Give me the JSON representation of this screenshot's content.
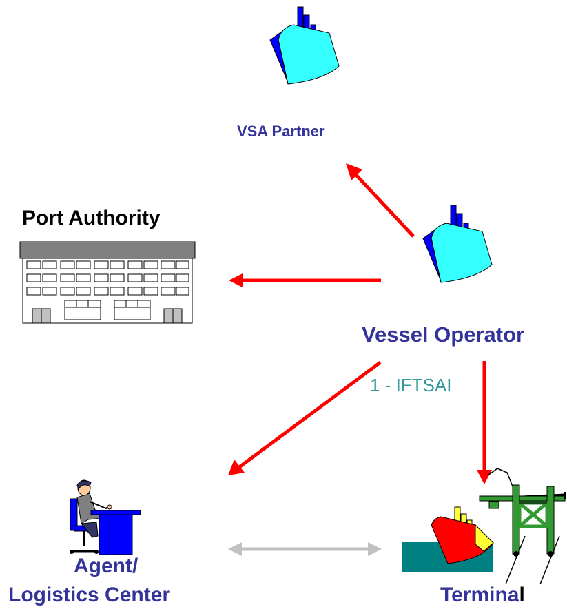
{
  "nodes": {
    "vsa_partner": {
      "label": "VSA Partner"
    },
    "port_authority": {
      "label": "Port Authority"
    },
    "vessel_operator": {
      "label": "Vessel Operator"
    },
    "agent": {
      "label_line1": "Agent/",
      "label_line2": "Logistics Center"
    },
    "terminal": {
      "label_main": "Termina",
      "label_last": "l"
    }
  },
  "messages": {
    "iftsai": "1 - IFTSAI"
  },
  "colors": {
    "label_navy": "#333399",
    "message_teal": "#339999",
    "flow_arrow": "#ff0000",
    "two_way_arrow": "#c0c0c0",
    "ship_cyan": "#33ffff",
    "ship_blue": "#0000ff",
    "crane_green": "#339933",
    "water_teal": "#008080",
    "red_ship": "#ff0000",
    "yellow": "#ffff33"
  },
  "icons": [
    "ship-icon",
    "building-icon",
    "office-worker-icon",
    "terminal-crane-icon"
  ]
}
